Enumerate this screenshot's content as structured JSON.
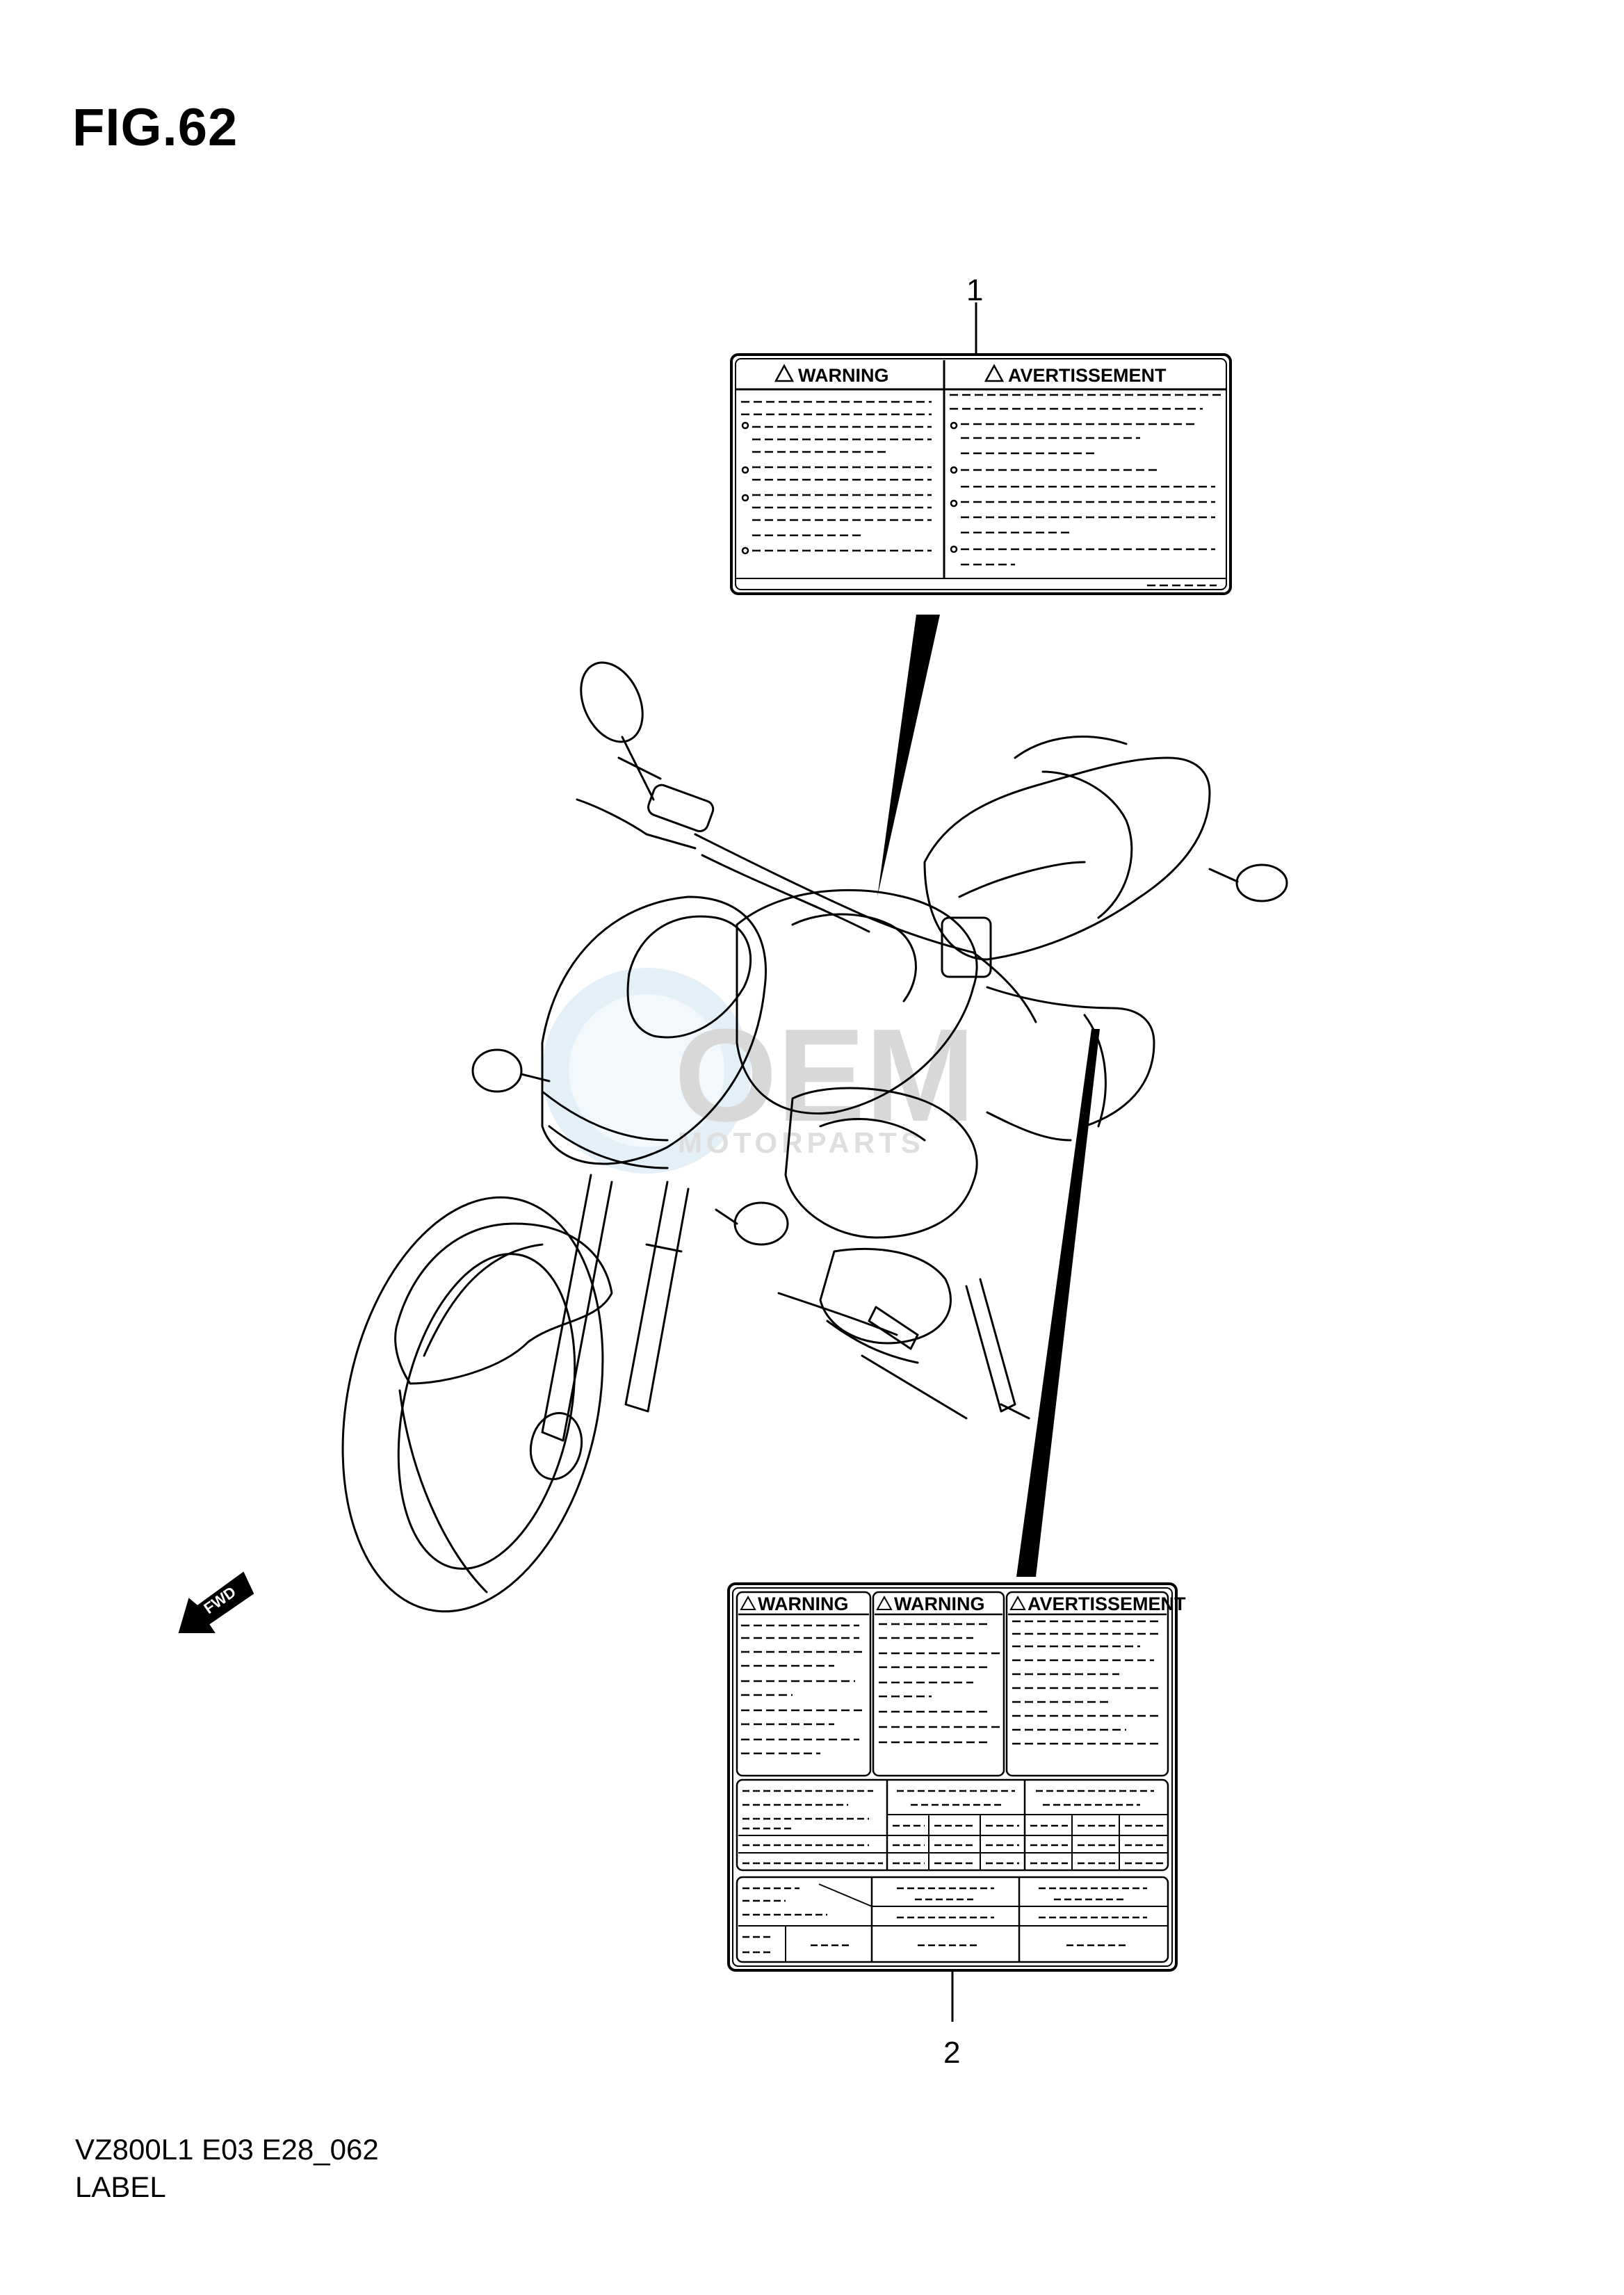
{
  "figure": {
    "title": "FIG.62"
  },
  "callouts": {
    "label_1": "1",
    "label_2": "2"
  },
  "label1": {
    "left_header": "WARNING",
    "right_header": "AVERTISSEMENT"
  },
  "label2": {
    "header_a": "WARNING",
    "header_b": "WARNING",
    "header_c": "AVERTISSEMENT"
  },
  "fwd_indicator": "FWD",
  "watermark": {
    "brand": "OEM",
    "sub": "MOTORPARTS"
  },
  "footer": {
    "model_code": "VZ800L1 E03 E28_062",
    "section": "LABEL"
  }
}
